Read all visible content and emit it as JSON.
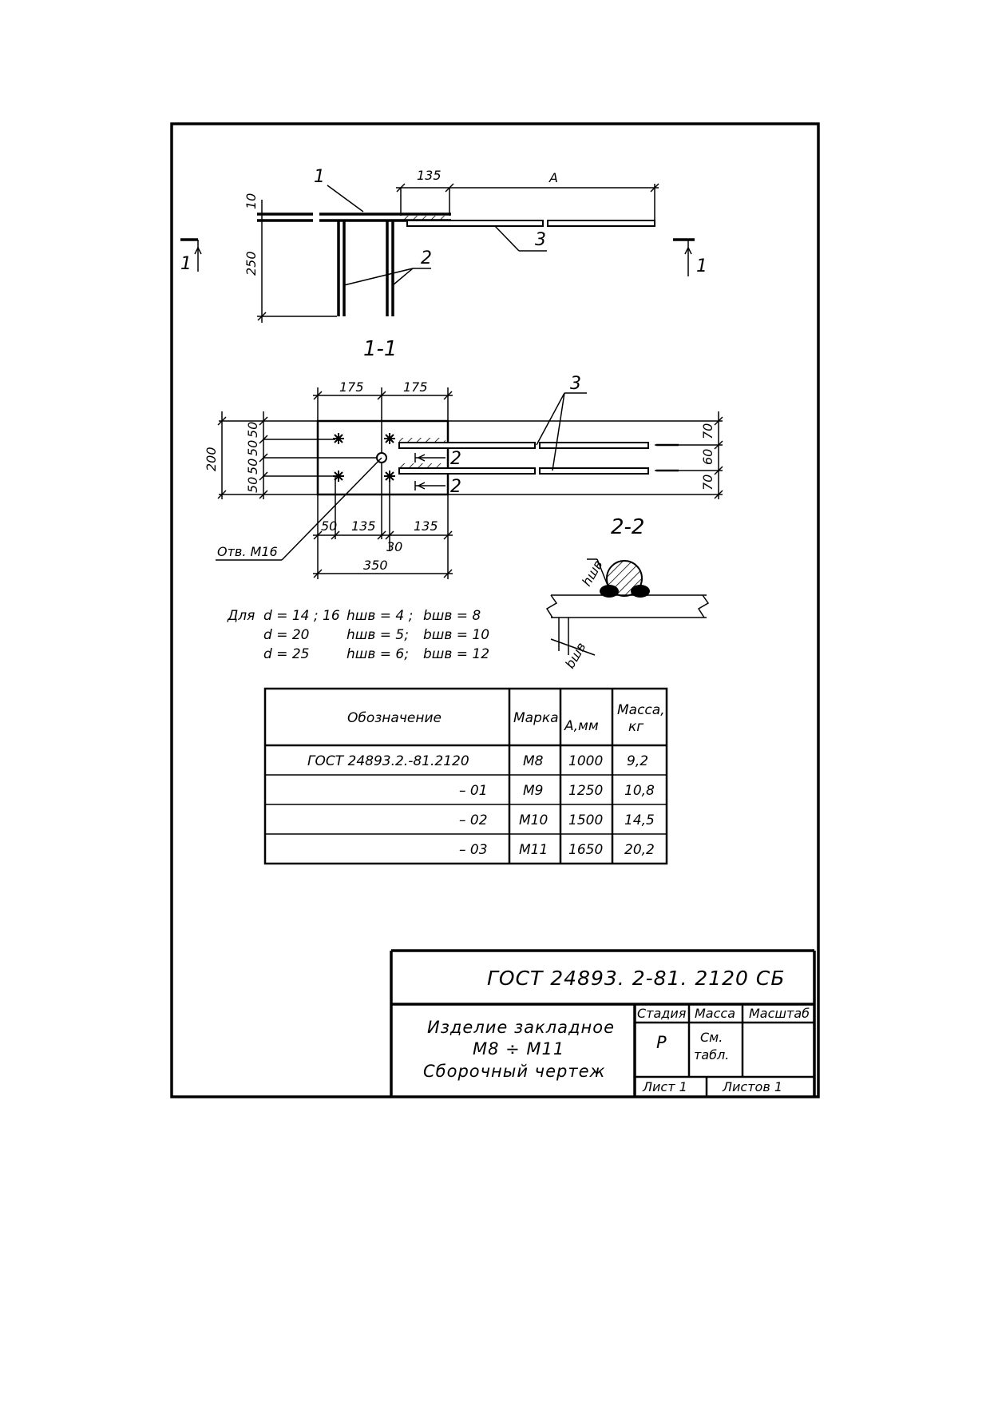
{
  "top_view": {
    "dims": {
      "d135": "135",
      "dA": "A",
      "d10": "10",
      "d250": "250"
    },
    "labels": {
      "pos1": "1",
      "pos2": "2",
      "pos3": "3"
    },
    "section_marks": {
      "left": "1",
      "right": "1"
    }
  },
  "plan_view": {
    "title": "1-1",
    "dims": {
      "top_left": "175",
      "top_right": "175",
      "left_total": "200",
      "left_stack": [
        "50",
        "50",
        "50",
        "50"
      ],
      "right_top": "70",
      "right_mid": "60",
      "right_bot": "70",
      "bottom_50": "50",
      "bottom_135a": "135",
      "bottom_135b": "135",
      "bottom_30": "30",
      "bottom_350": "350"
    },
    "labels": {
      "pos3": "3",
      "view2a": "2",
      "view2b": "2"
    },
    "hole_label": "Отв. М16"
  },
  "section22": {
    "title": "2-2",
    "h_label": "hшв",
    "b_label": "bшв"
  },
  "weld_notes": {
    "prefix": "Для",
    "rows": [
      {
        "d": "d = 14 ;  16",
        "h": "hшв = 4 ;",
        "b": "bшв = 8"
      },
      {
        "d": "d = 20",
        "h": "hшв = 5;",
        "b": "bшв = 10"
      },
      {
        "d": "d = 25",
        "h": "hшв = 6;",
        "b": "bшв = 12"
      }
    ]
  },
  "spec_table": {
    "headers": {
      "designation": "Обозначение",
      "mark": "Марка",
      "a": "А,мм",
      "mass1": "Масса,",
      "mass2": "кг"
    },
    "rows": [
      {
        "designation": "ГОСТ 24893.2.-81.2120",
        "mark": "М8",
        "a": "1000",
        "mass": "9,2"
      },
      {
        "designation": "– 01",
        "mark": "М9",
        "a": "1250",
        "mass": "10,8"
      },
      {
        "designation": "– 02",
        "mark": "М10",
        "a": "1500",
        "mass": "14,5"
      },
      {
        "designation": "– 03",
        "mark": "М11",
        "a": "1650",
        "mass": "20,2"
      }
    ]
  },
  "title_block": {
    "code": "ГОСТ 24893. 2-81. 2120 СБ",
    "name_line1": "Изделие закладное",
    "name_line2": "М8 ÷ М11",
    "name_line3": "Сборочный чертеж",
    "h_stage": "Стадия",
    "h_mass": "Масса",
    "h_scale": "Масштаб",
    "stage": "Р",
    "mass_line1": "См.",
    "mass_line2": "табл.",
    "sheet": "Лист 1",
    "sheets": "Листов 1"
  }
}
